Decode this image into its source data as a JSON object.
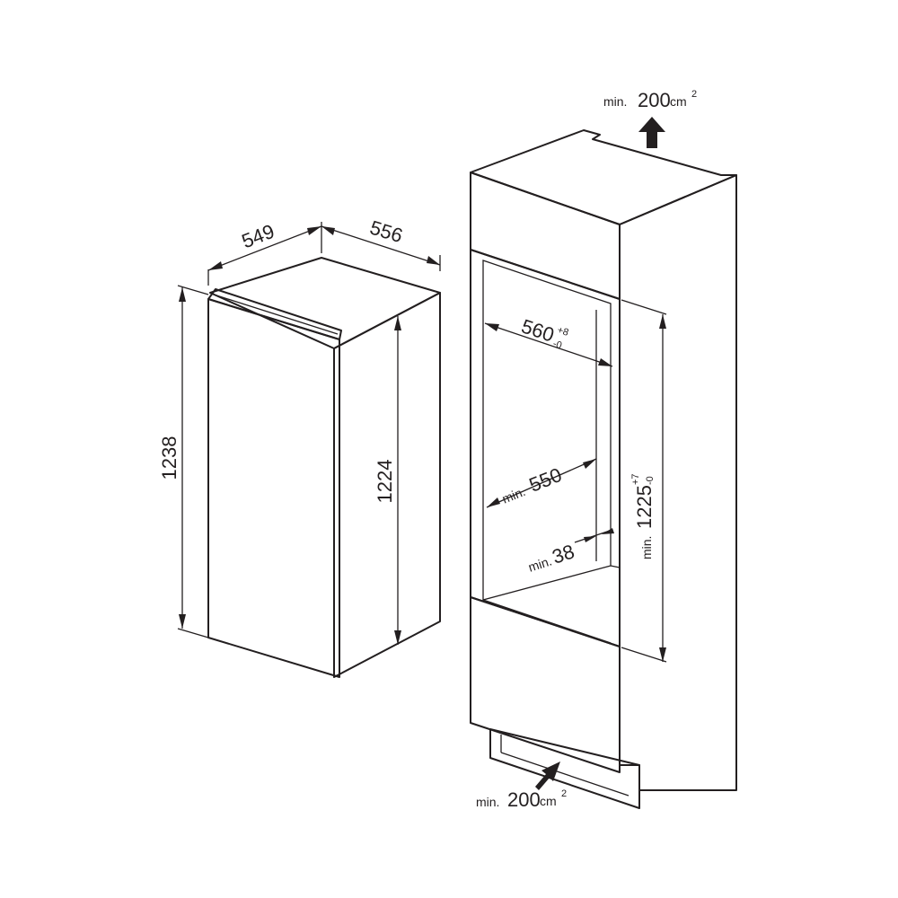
{
  "appliance": {
    "width": "549",
    "depth": "556",
    "height_total": "1238",
    "height_body": "1224"
  },
  "niche": {
    "vent_top": {
      "prefix": "min.",
      "value": "200",
      "unit": "cm",
      "exp": "2"
    },
    "vent_bottom": {
      "prefix": "min.",
      "value": "200",
      "unit": "cm",
      "exp": "2"
    },
    "width": {
      "value": "560",
      "tol_plus": "+8",
      "tol_minus": "-0"
    },
    "depth": {
      "prefix": "min.",
      "value": "550"
    },
    "wall": {
      "prefix": "min.",
      "value": "38"
    },
    "height": {
      "prefix": "min.",
      "value": "1225",
      "tol_plus": "+7",
      "tol_minus": "-0"
    }
  }
}
